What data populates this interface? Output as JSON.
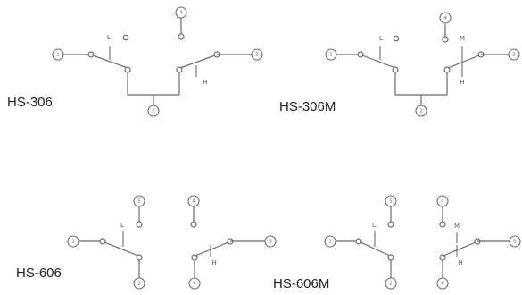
{
  "diagrams": [
    {
      "model": "HS-306",
      "terminals": [
        "1",
        "2",
        "3",
        "4"
      ],
      "switch_labels": {
        "low": "L",
        "high": "H"
      }
    },
    {
      "model": "HS-306M",
      "terminals": [
        "1",
        "2",
        "3",
        "4"
      ],
      "switch_labels": {
        "low": "L",
        "mid": "M",
        "high": "H"
      }
    },
    {
      "model": "HS-606",
      "terminals": [
        "1",
        "2",
        "3",
        "4",
        "5",
        "6"
      ],
      "switch_labels": {
        "low": "L",
        "high": "H"
      }
    },
    {
      "model": "HS-606M",
      "terminals": [
        "1",
        "2",
        "3",
        "4",
        "5",
        "6"
      ],
      "switch_labels": {
        "low": "L",
        "mid": "M",
        "high": "H"
      }
    }
  ]
}
